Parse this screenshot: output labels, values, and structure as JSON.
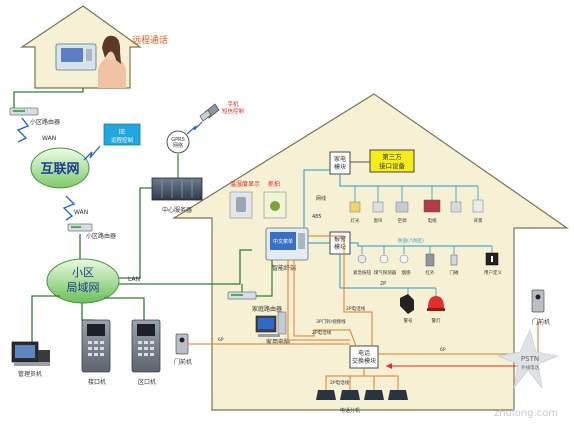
{
  "remote_call": "远程通话",
  "internet": "互联网",
  "community_lan_line1": "小区",
  "community_lan_line2": "局域网",
  "community_router_top": "小区路由器",
  "community_router_mid": "小区路由器",
  "wan_top": "WAN",
  "wan_mid": "WAN",
  "lan": "LAN",
  "ie_line1": "IE",
  "ie_line2": "远程控制",
  "gprs_line1": "GPRS",
  "gprs_line2": "网络",
  "phone_line1": "手机",
  "phone_line2": "短信控制",
  "center_server": "中心服务器",
  "temp_display": "温湿度显示",
  "snapshot": "抓拍",
  "smart_terminal": "智能终端",
  "terminal_screen_text": "中文菜单",
  "appliance_module_line1": "家电",
  "appliance_module_line2": "模块",
  "third_party_line1": "第三方",
  "third_party_line2": "接口设备",
  "alarm_module_line1": "报警",
  "alarm_module_line2": "模块",
  "home_router": "家庭路由器",
  "home_pc": "家用电脑",
  "manager_unit": "管理员机",
  "unit_station": "楼口机",
  "area_station": "区口机",
  "door_station_left": "门前机",
  "door_station_right": "门前机",
  "phone_module_line1": "电话",
  "phone_module_line2": "交换模块",
  "phone_ext": "电话分机",
  "pstn_line1": "PSTN",
  "pstn_line2": "外线电话",
  "watermark": "zhulong.com",
  "wire_rs485": "485",
  "wire_2p": "2P",
  "wire_2p_phone": "2P电话线",
  "wire_3p": "3P门铃/视频线",
  "wire_6p": "6P",
  "wire_net_top": "网线",
  "appliances": [
    "灯光",
    "窗帘",
    "空调",
    "电视",
    "背景"
  ],
  "alarms": [
    "紧急按钮",
    "煤气探测器",
    "烟感",
    "红外",
    "门磁",
    "用户定义"
  ],
  "alarm_outputs": [
    "警号",
    "警灯"
  ],
  "alarm_channel_label": "防盗(八防区)"
}
